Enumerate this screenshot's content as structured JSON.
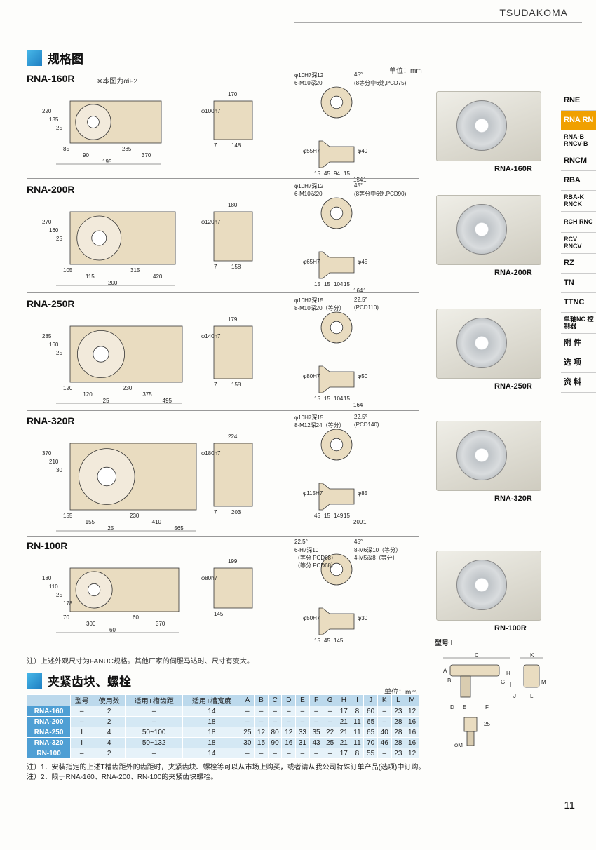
{
  "brand": "TSUDAKOMA",
  "section_spec_title": "规格图",
  "unit_mm": "单位：mm",
  "note_160r": "※本图为αiF2",
  "models": [
    {
      "name": "RNA-160R",
      "photo_caption": "RNA-160R",
      "front": {
        "widths": [
          "85",
          "90",
          "195",
          "285",
          "370"
        ],
        "heights": [
          "220",
          "135",
          "25"
        ]
      },
      "side": {
        "top": "170",
        "dia": "φ100h7",
        "bottom": [
          "7",
          "148"
        ]
      },
      "flange": {
        "callouts": [
          "φ10H7深12",
          "45°",
          "6-M10深20",
          "(8等分中6处,PCD75)"
        ],
        "dia": [
          "φ55H7",
          "φ40"
        ],
        "dims": [
          "15",
          "45",
          "94",
          "15",
          "154",
          "1"
        ]
      }
    },
    {
      "name": "RNA-200R",
      "photo_caption": "RNA-200R",
      "front": {
        "widths": [
          "105",
          "115",
          "200",
          "315",
          "420"
        ],
        "heights": [
          "270",
          "160",
          "25"
        ]
      },
      "side": {
        "top": "180",
        "dia": "φ120h7",
        "bottom": [
          "7",
          "158"
        ]
      },
      "flange": {
        "callouts": [
          "φ10H7深12",
          "45°",
          "6-M10深20",
          "(8等分中6处,PCD90)"
        ],
        "dia": [
          "φ65H7",
          "φ45"
        ],
        "dims": [
          "15",
          "15",
          "104",
          "15",
          "164",
          "1"
        ]
      }
    },
    {
      "name": "RNA-250R",
      "photo_caption": "RNA-250R",
      "front": {
        "widths": [
          "120",
          "120",
          "25",
          "230",
          "375",
          "495"
        ],
        "heights": [
          "285",
          "160",
          "25"
        ]
      },
      "side": {
        "top": "179",
        "dia": "φ140h7",
        "bottom": [
          "7",
          "158"
        ]
      },
      "flange": {
        "callouts": [
          "φ10H7深15",
          "22.5°",
          "8-M10深20（等分）",
          "(PCD110)"
        ],
        "dia": [
          "φ80H7",
          "φ50"
        ],
        "dims": [
          "15",
          "15",
          "104",
          "15",
          "164"
        ]
      }
    },
    {
      "name": "RNA-320R",
      "photo_caption": "RNA-320R",
      "front": {
        "widths": [
          "155",
          "155",
          "25",
          "230",
          "410",
          "565"
        ],
        "heights": [
          "370",
          "210",
          "30"
        ]
      },
      "side": {
        "top": "224",
        "dia": "φ180h7",
        "bottom": [
          "7",
          "203"
        ]
      },
      "flange": {
        "callouts": [
          "φ10H7深15",
          "22.5°",
          "8-M12深24（等分）",
          "(PCD140)"
        ],
        "dia": [
          "φ115H7",
          "φ85"
        ],
        "dims": [
          "45",
          "15",
          "149",
          "15",
          "209",
          "1"
        ]
      }
    },
    {
      "name": "RN-100R",
      "photo_caption": "RN-100R",
      "front": {
        "widths": [
          "70",
          "300",
          "60",
          "60",
          "370"
        ],
        "heights": [
          "180",
          "110",
          "25",
          "178"
        ]
      },
      "side": {
        "top": "199",
        "dia": "φ80h7",
        "bottom": [
          "145"
        ]
      },
      "flange": {
        "callouts": [
          "22.5°",
          "45°",
          "6-H7深10",
          "8-M6深10（等分）",
          "（等分 PCD68）",
          "4-M5深8（等分）",
          "（等分 PCD68）"
        ],
        "dia": [
          "φ50H7",
          "φ30"
        ],
        "dims": [
          "15",
          "45",
          "145"
        ]
      }
    }
  ],
  "note_fanuc": "注）上述外观尺寸为FANUC规格。其他厂家的伺服马达时、尺寸有变大。",
  "section_clamp_title": "夹紧齿块、螺栓",
  "type_label": "型号 I",
  "table": {
    "headers": [
      "",
      "型号",
      "使用数",
      "适用T槽齿距",
      "适用T槽宽度",
      "A",
      "B",
      "C",
      "D",
      "E",
      "F",
      "G",
      "H",
      "I",
      "J",
      "K",
      "L",
      "M"
    ],
    "rows": [
      [
        "RNA-160",
        "–",
        "2",
        "–",
        "14",
        "–",
        "–",
        "–",
        "–",
        "–",
        "–",
        "–",
        "17",
        "8",
        "60",
        "–",
        "23",
        "12"
      ],
      [
        "RNA-200",
        "–",
        "2",
        "–",
        "18",
        "–",
        "–",
        "–",
        "–",
        "–",
        "–",
        "–",
        "21",
        "11",
        "65",
        "–",
        "28",
        "16"
      ],
      [
        "RNA-250",
        "I",
        "4",
        "50~100",
        "18",
        "25",
        "12",
        "80",
        "12",
        "33",
        "35",
        "22",
        "21",
        "11",
        "65",
        "40",
        "28",
        "16"
      ],
      [
        "RNA-320",
        "I",
        "4",
        "50~132",
        "18",
        "30",
        "15",
        "90",
        "16",
        "31",
        "43",
        "25",
        "21",
        "11",
        "70",
        "46",
        "28",
        "16"
      ],
      [
        "RN-100",
        "–",
        "2",
        "–",
        "14",
        "–",
        "–",
        "–",
        "–",
        "–",
        "–",
        "–",
        "17",
        "8",
        "55",
        "–",
        "23",
        "12"
      ]
    ]
  },
  "notes": [
    "注）1．安装指定的上述T槽齿距外的齿距时，夹紧齿块、螺栓等可以从市场上购买，或者请从我公司特殊订单产品(选项)中订购。",
    "注）2．限于RNA-160、RNA-200、RN-100的夹紧齿块螺栓。"
  ],
  "sidenav": [
    {
      "label": "RNE",
      "active": false
    },
    {
      "label": "RNA RN",
      "active": true
    },
    {
      "label": "RNA-B RNCV-B",
      "active": false
    },
    {
      "label": "RNCM",
      "active": false
    },
    {
      "label": "RBA",
      "active": false
    },
    {
      "label": "RBA-K RNCK",
      "active": false
    },
    {
      "label": "RCH RNC",
      "active": false
    },
    {
      "label": "RCV RNCV",
      "active": false
    },
    {
      "label": "RZ",
      "active": false
    },
    {
      "label": "TN",
      "active": false
    },
    {
      "label": "TTNC",
      "active": false
    },
    {
      "label": "单轴NC 控制器",
      "active": false
    },
    {
      "label": "附 件",
      "active": false
    },
    {
      "label": "选 项",
      "active": false
    },
    {
      "label": "资 料",
      "active": false
    }
  ],
  "clamp_dims": [
    "A",
    "B",
    "C",
    "D",
    "E",
    "F",
    "G",
    "H",
    "I",
    "J",
    "K",
    "L",
    "M",
    "25",
    "φM"
  ],
  "page_number": "11",
  "colors": {
    "accent_blue": "#1f7fc2",
    "table_header": "#bcd9ec",
    "table_row_head": "#4f9fd4",
    "nav_active": "#f0a000",
    "drawing_fill": "#e9dcc0"
  }
}
